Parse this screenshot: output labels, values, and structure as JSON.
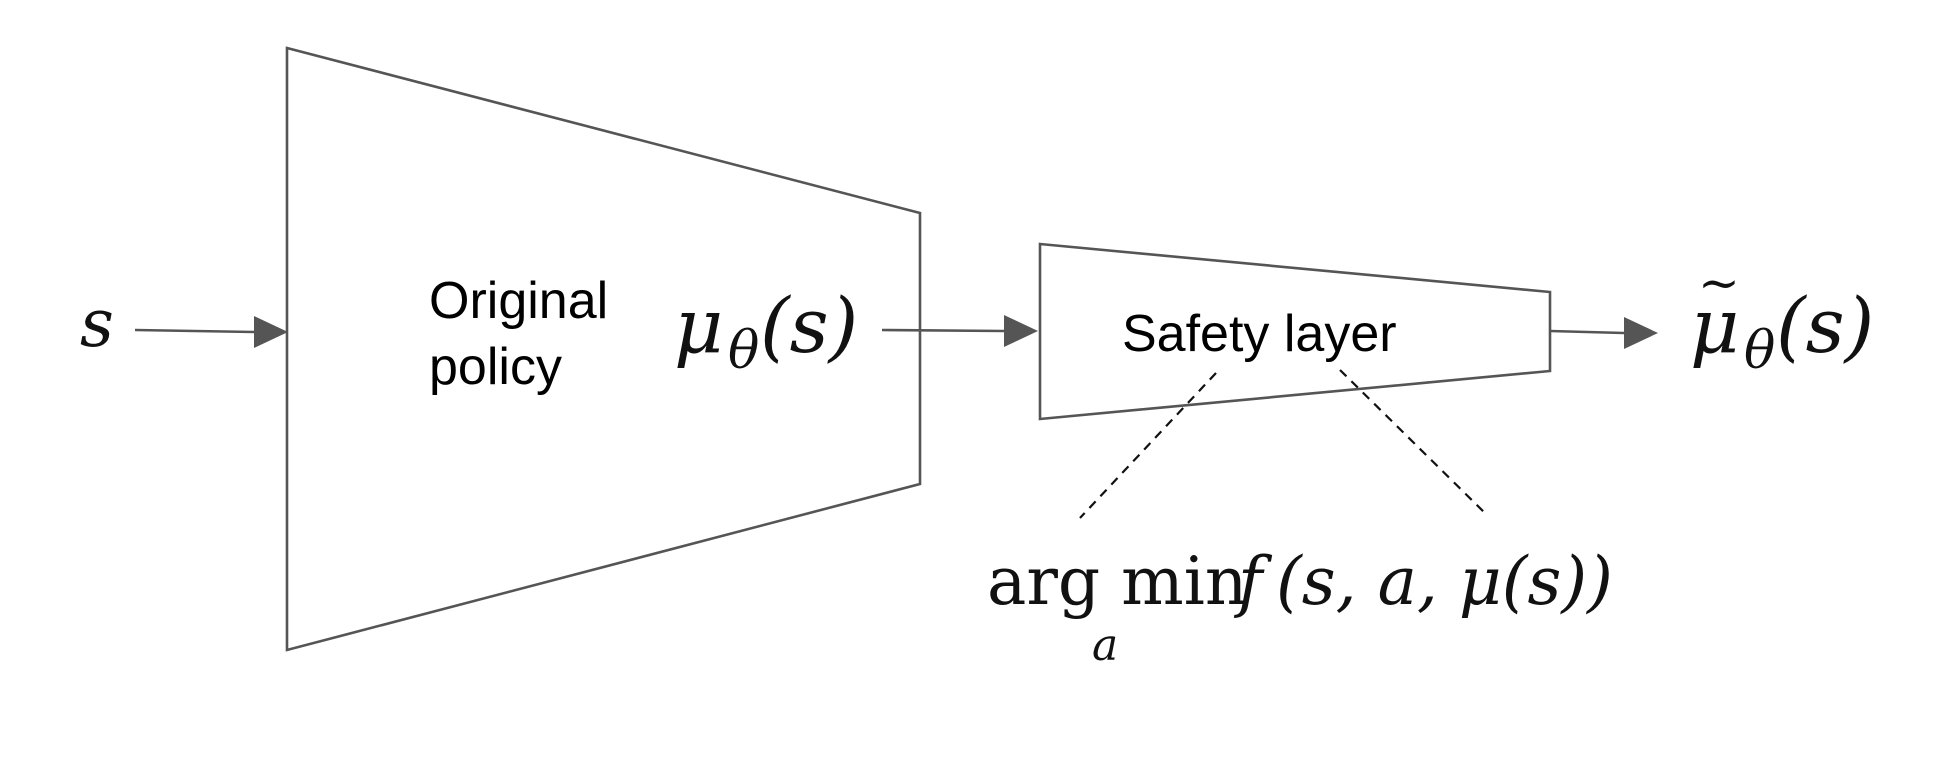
{
  "diagram": {
    "input": {
      "symbol": "s"
    },
    "policy": {
      "label_line1": "Original",
      "label_line2": "policy",
      "output": {
        "base": "μ",
        "subscript": "θ",
        "argument": "(s)"
      }
    },
    "safety_layer": {
      "label": "Safety layer",
      "formula": {
        "operator": "arg min",
        "subscript": "a",
        "function": "f",
        "arguments": "(s, a, μ(s))"
      }
    },
    "output": {
      "base": "μ",
      "accent": "~",
      "subscript": "θ",
      "argument": "(s)"
    },
    "colors": {
      "stroke": "#555555",
      "text": "#000000",
      "dashed": "#111111"
    }
  }
}
